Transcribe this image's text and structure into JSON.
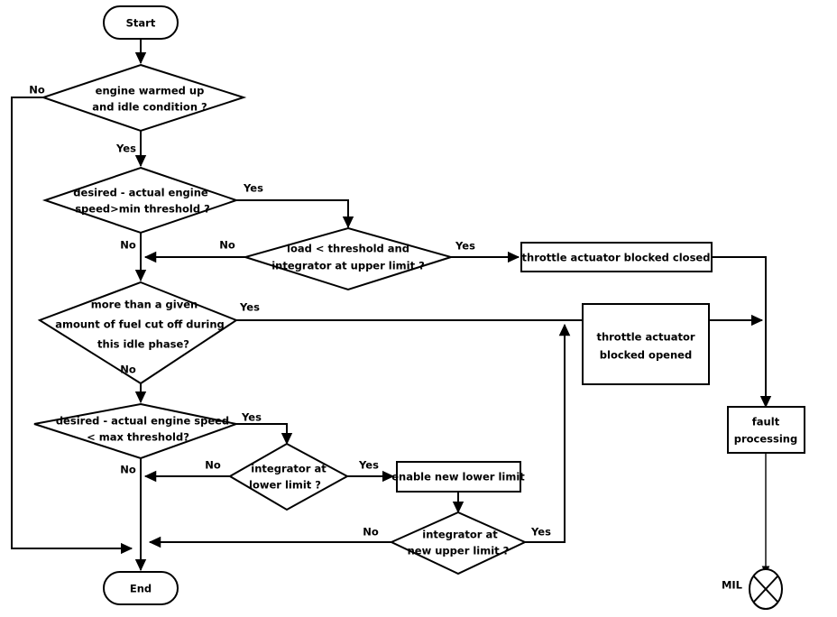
{
  "diagram": {
    "title": "Idle speed control fault detection flowchart",
    "stroke_color": "#000000",
    "fill_color": "#ffffff",
    "background": "#ffffff"
  },
  "nodes": {
    "start": {
      "label": "Start",
      "shape": "terminator"
    },
    "end": {
      "label": "End",
      "shape": "terminator"
    },
    "d_engine_warm": {
      "shape": "decision",
      "line1": "engine warmed up",
      "line2": "and idle condition ?"
    },
    "d_min_threshold": {
      "shape": "decision",
      "line1": "desired - actual engine",
      "line2": "speed>min threshold ?"
    },
    "d_load_upper": {
      "shape": "decision",
      "line1": "load < threshold and",
      "line2": "integrator at upper limit ?"
    },
    "d_fuel_cut": {
      "shape": "decision",
      "line1": "more than a given",
      "line2": "amount of fuel cut off during",
      "line3": "this idle phase?"
    },
    "d_max_threshold": {
      "shape": "decision",
      "line1": "desired - actual engine speed",
      "line2": "< max threshold?"
    },
    "d_integ_lower": {
      "shape": "decision",
      "line1": "integrator at",
      "line2": "lower limit ?"
    },
    "d_integ_new_upper": {
      "shape": "decision",
      "line1": "integrator at",
      "line2": "new upper limit ?"
    },
    "p_blocked_closed": {
      "shape": "process",
      "line1": "throttle actuator blocked closed"
    },
    "p_blocked_opened": {
      "shape": "process",
      "line1": "throttle actuator",
      "line2": "blocked opened"
    },
    "p_enable_lower": {
      "shape": "process",
      "line1": "enable new lower limit"
    },
    "p_fault": {
      "shape": "process",
      "line1": "fault",
      "line2": "processing"
    },
    "mil": {
      "label": "MIL",
      "shape": "mil-lamp"
    }
  },
  "edge_labels": {
    "warm_no": "No",
    "warm_yes": "Yes",
    "min_threshold_yes": "Yes",
    "min_threshold_no": "No",
    "load_upper_no": "No",
    "load_upper_yes": "Yes",
    "fuel_cut_yes": "Yes",
    "fuel_cut_no": "No",
    "max_threshold_yes": "Yes",
    "max_threshold_no": "No",
    "integ_lower_no": "No",
    "integ_lower_yes": "Yes",
    "integ_new_upper_no": "No",
    "integ_new_upper_yes": "Yes"
  }
}
